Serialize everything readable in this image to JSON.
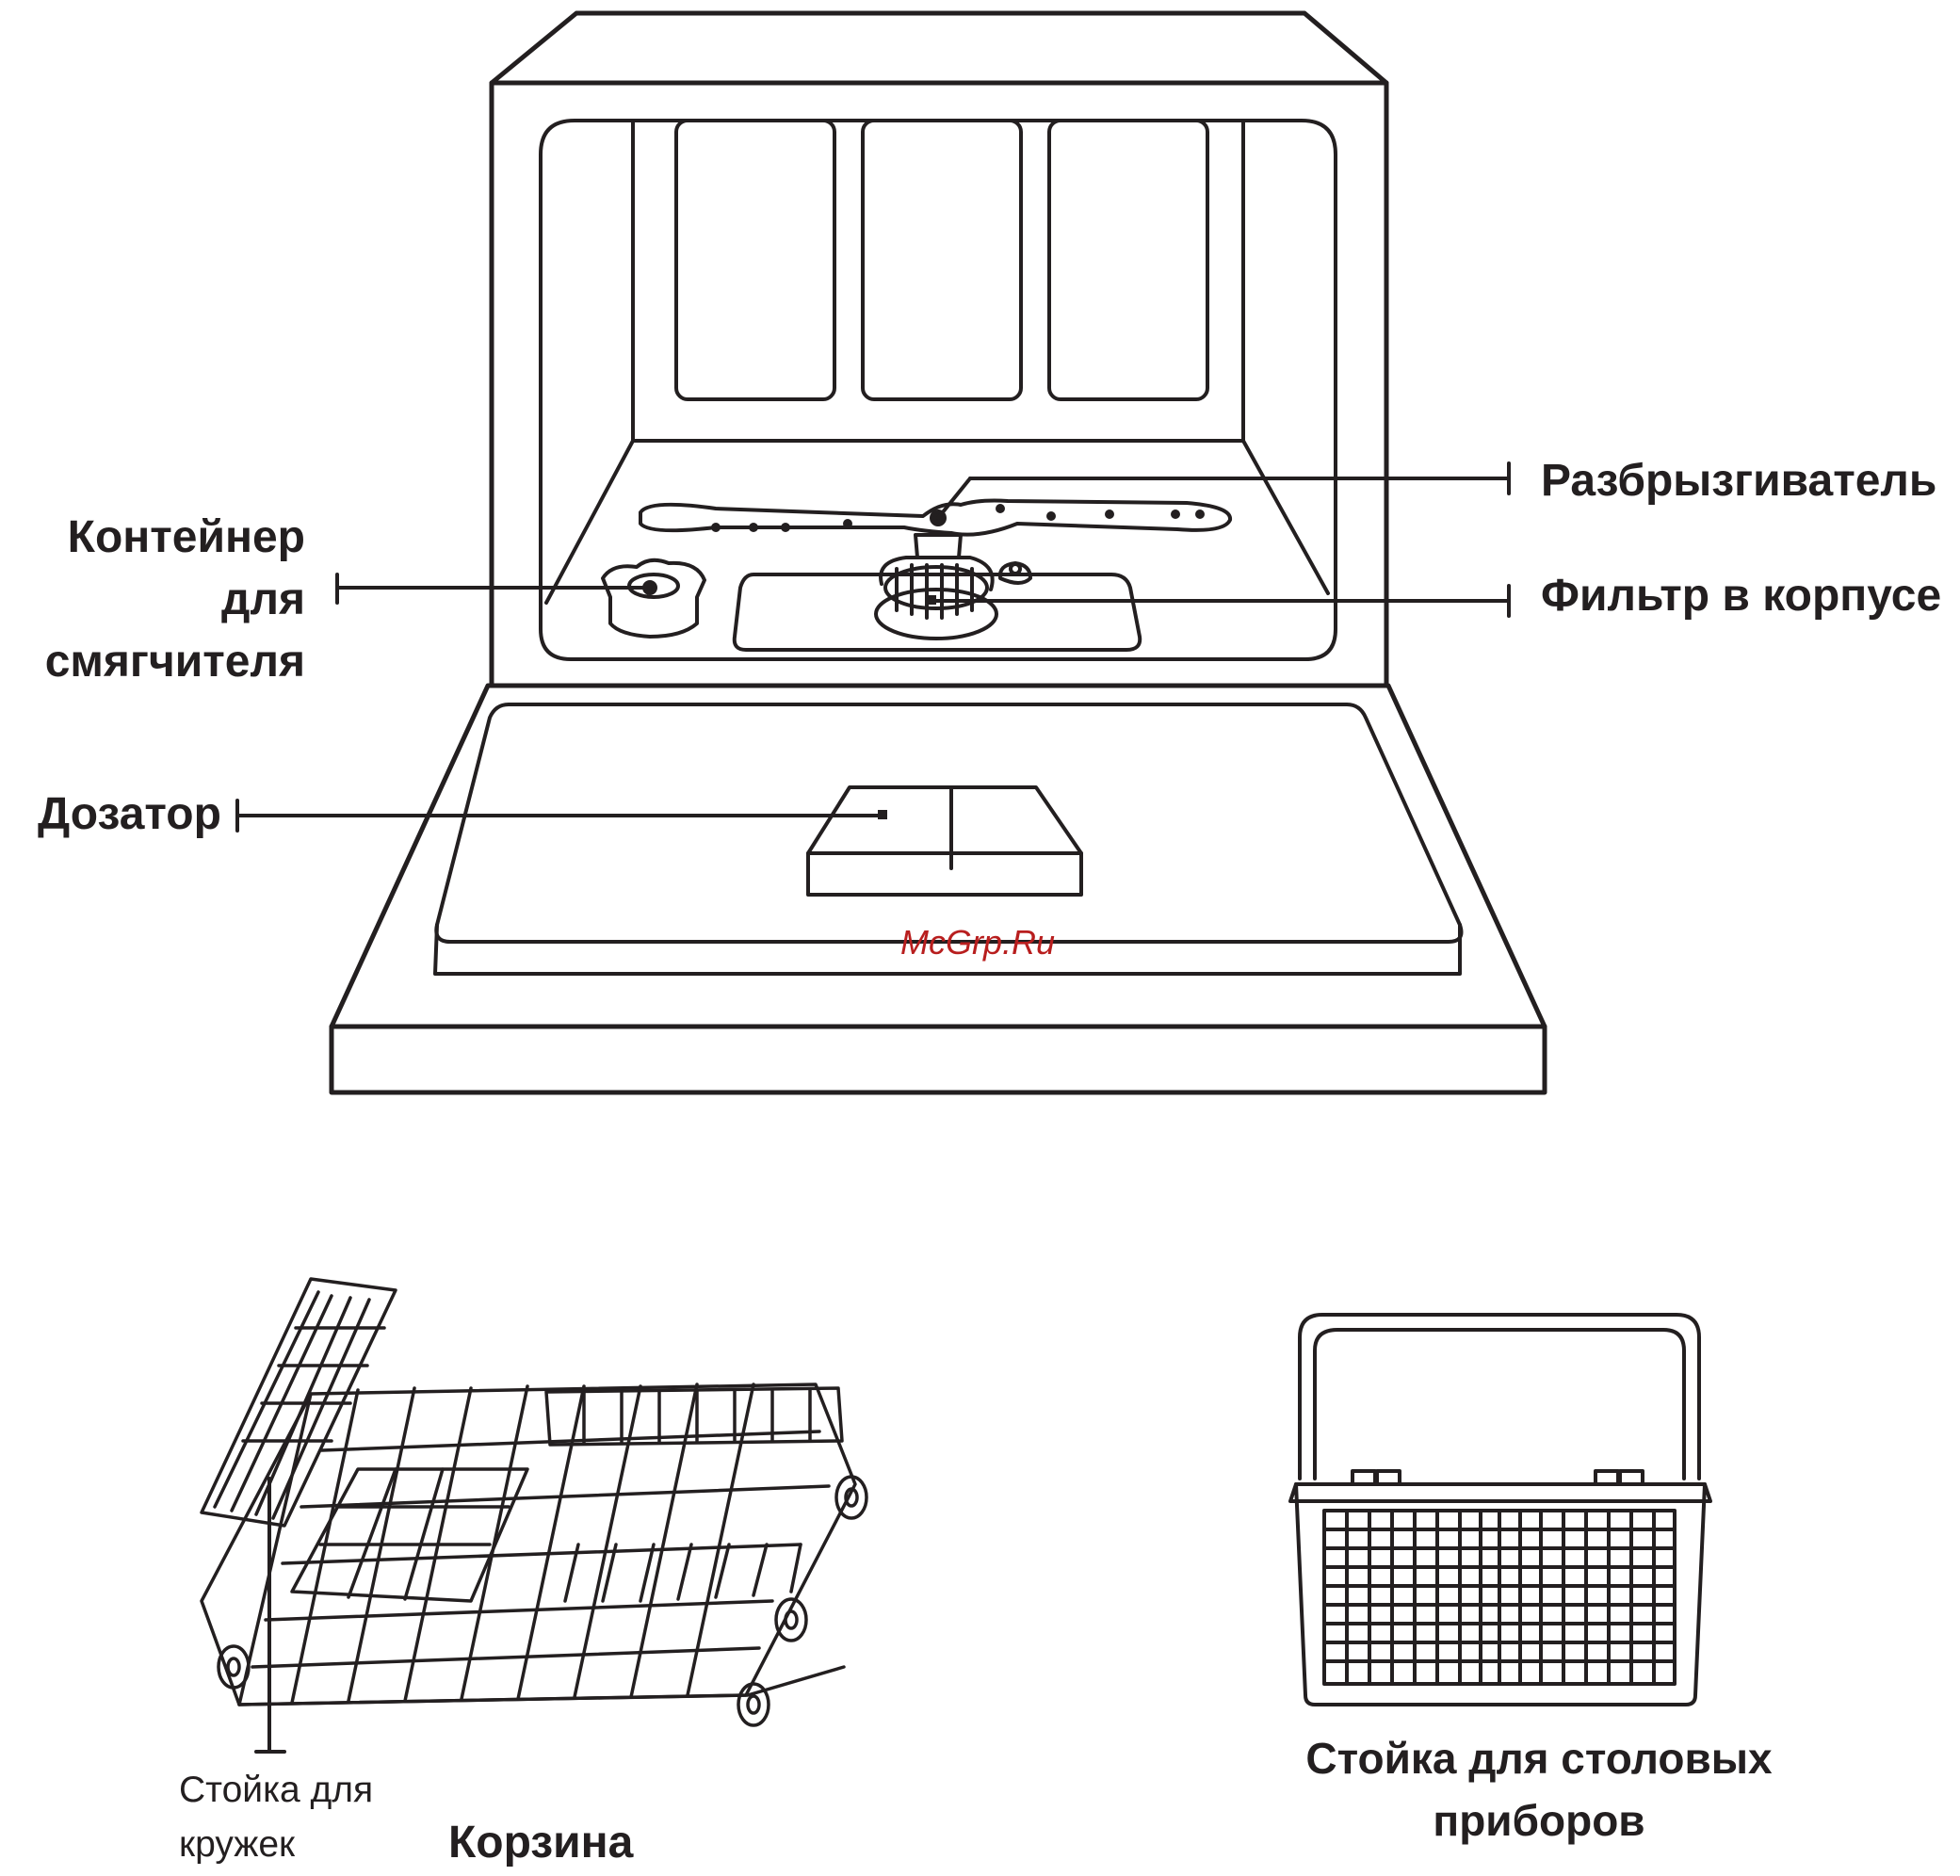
{
  "labels": {
    "sprayer": "Разбрызгиватель",
    "softener_line1": "Контейнер",
    "softener_line2": "для",
    "softener_line3": "смягчителя",
    "filter": "Фильтр в корпусе",
    "dispenser": "Дозатор",
    "cup_rack_line1": "Стойка для",
    "cup_rack_line2": "кружек",
    "basket": "Корзина",
    "cutlery_line1": "Стойка для столовых",
    "cutlery_line2": "приборов"
  },
  "watermark": "McGrp.Ru",
  "colors": {
    "line": "#231f20",
    "watermark": "#b81e1e"
  }
}
